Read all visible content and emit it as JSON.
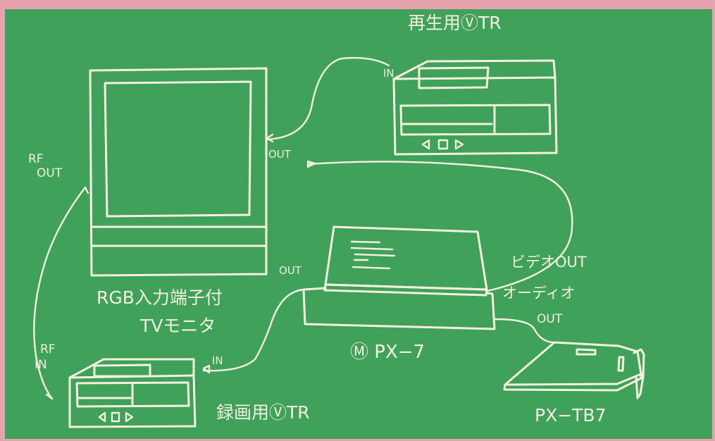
{
  "colors": {
    "board": "#3fa15a",
    "chalk": "#f4f1df",
    "frame": "#e6a3ad"
  },
  "labels": {
    "playback_vtr": "再生用ⓋTR",
    "rgb_monitor_line1": "RGB入力端子付",
    "rgb_monitor_line2": "TVモニタ",
    "recording_vtr": "録画用ⓋTR",
    "px7": "Ⓜ PX−7",
    "px_tb7": "PX−TB7",
    "rf_out_1": "RF",
    "rf_out_2": "OUT",
    "rf_in_1": "RF",
    "rf_in_2": "IN",
    "vtr_in": "IN",
    "vtr_out": "OUT",
    "px7_out": "OUT",
    "rec_in": "IN",
    "video_out": "ビデオOUT",
    "audio_out_1": "オーディオ",
    "audio_out_2": "OUT"
  }
}
